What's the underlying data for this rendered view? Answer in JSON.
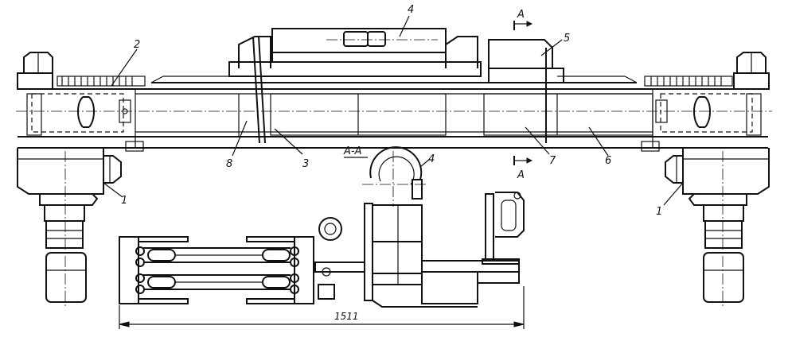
{
  "labels": {
    "l1_left": "1",
    "l1_right": "1",
    "l2": "2",
    "l3": "3",
    "l4_top": "4",
    "l4_section": "4",
    "l5": "5",
    "l6": "6",
    "l7": "7",
    "l8": "8"
  },
  "section": {
    "title": "A-A",
    "marker_top": "A",
    "marker_bottom": "A"
  },
  "dimension": {
    "overall_width": "1511"
  }
}
